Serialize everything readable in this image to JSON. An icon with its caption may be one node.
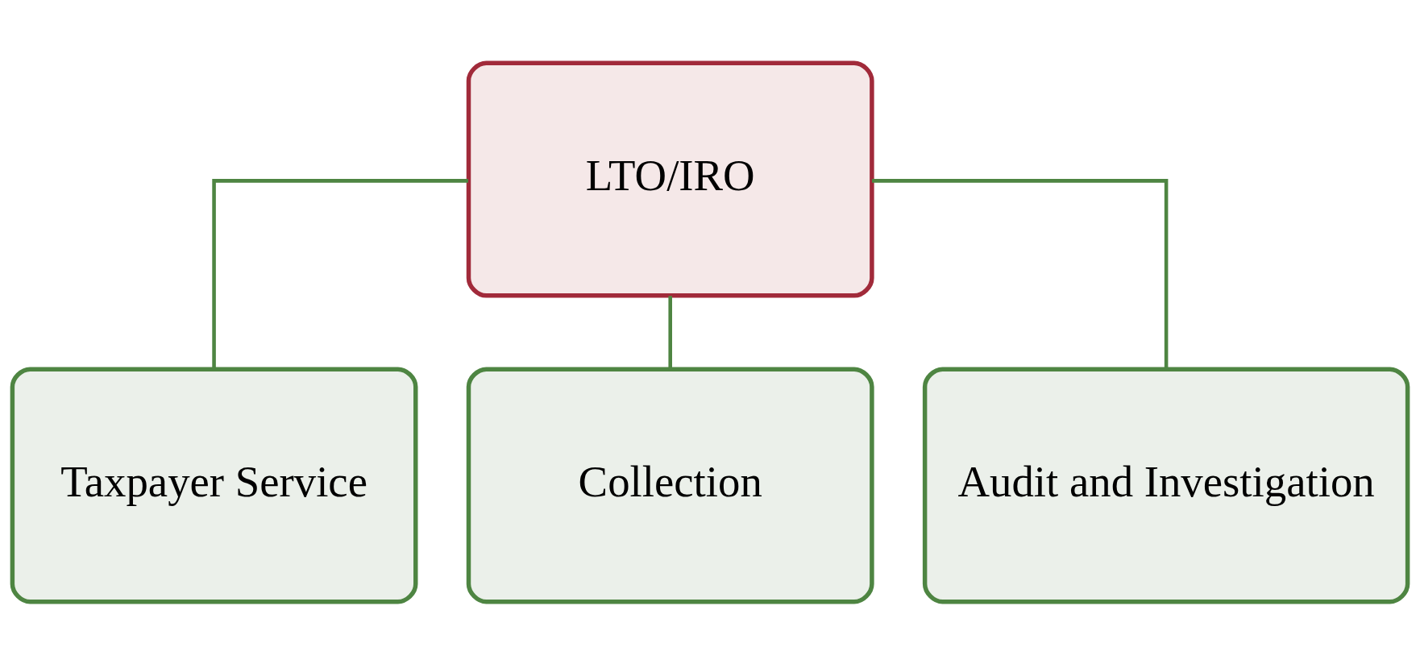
{
  "diagram": {
    "nodes": [
      {
        "text": [
          "LTO/IRO"
        ]
      },
      {
        "text": [
          "Taxpayer Service"
        ]
      },
      {
        "text": [
          "Collection"
        ]
      },
      {
        "text": [
          "Audit and Investigation"
        ]
      }
    ],
    "edges": [
      {
        "from": 0,
        "to": 1,
        "arrow": "none"
      },
      {
        "from": 0,
        "to": 2,
        "arrow": "none"
      },
      {
        "from": 0,
        "to": 3,
        "arrow": "none"
      }
    ]
  }
}
